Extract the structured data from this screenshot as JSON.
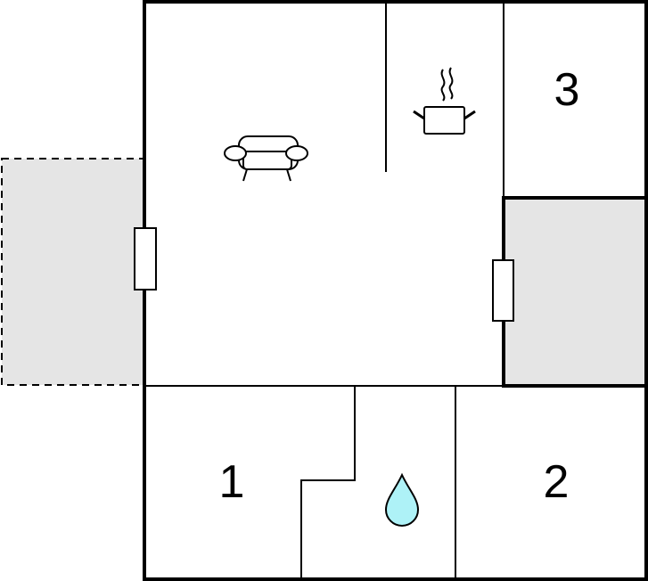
{
  "rooms": {
    "bedroom_1": {
      "label": "1"
    },
    "bedroom_2": {
      "label": "2"
    },
    "bedroom_3": {
      "label": "3"
    }
  },
  "icons": {
    "living_room": "sofa-icon",
    "kitchen": "cooking-pot-icon",
    "bathroom": "water-drop-icon"
  },
  "colors": {
    "wall": "#000000",
    "outdoor_area": "#e5e5e5",
    "water_drop": "#aef2f7"
  }
}
